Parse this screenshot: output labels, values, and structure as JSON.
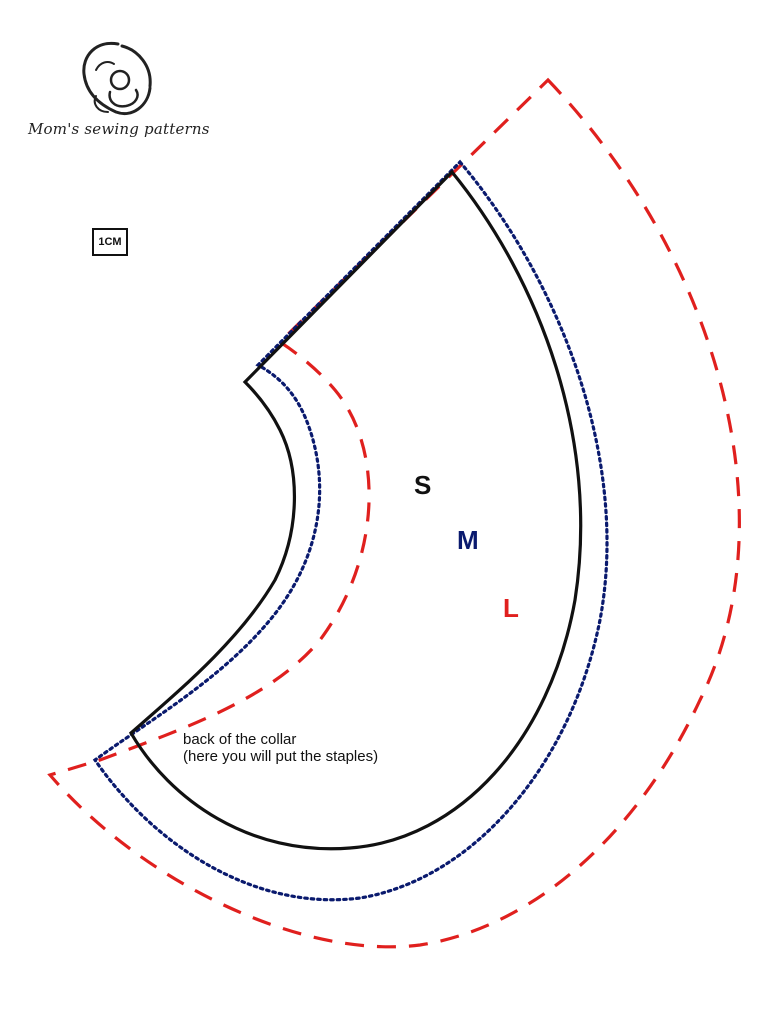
{
  "logo": {
    "brand_text": "Mom's sewing patterns",
    "icon": "mother-and-baby-icon"
  },
  "scale": {
    "label": "1CM"
  },
  "sizes": [
    {
      "label": "S",
      "color": "#111111",
      "line_style": "solid"
    },
    {
      "label": "M",
      "color": "#0a1a6e",
      "line_style": "dotted"
    },
    {
      "label": "L",
      "color": "#e0201e",
      "line_style": "dashed"
    }
  ],
  "note": {
    "line1": "back of the collar",
    "line2": "(here you will put the staples)"
  },
  "colors": {
    "small": "#111111",
    "medium": "#0a1a6e",
    "large": "#e0201e"
  }
}
